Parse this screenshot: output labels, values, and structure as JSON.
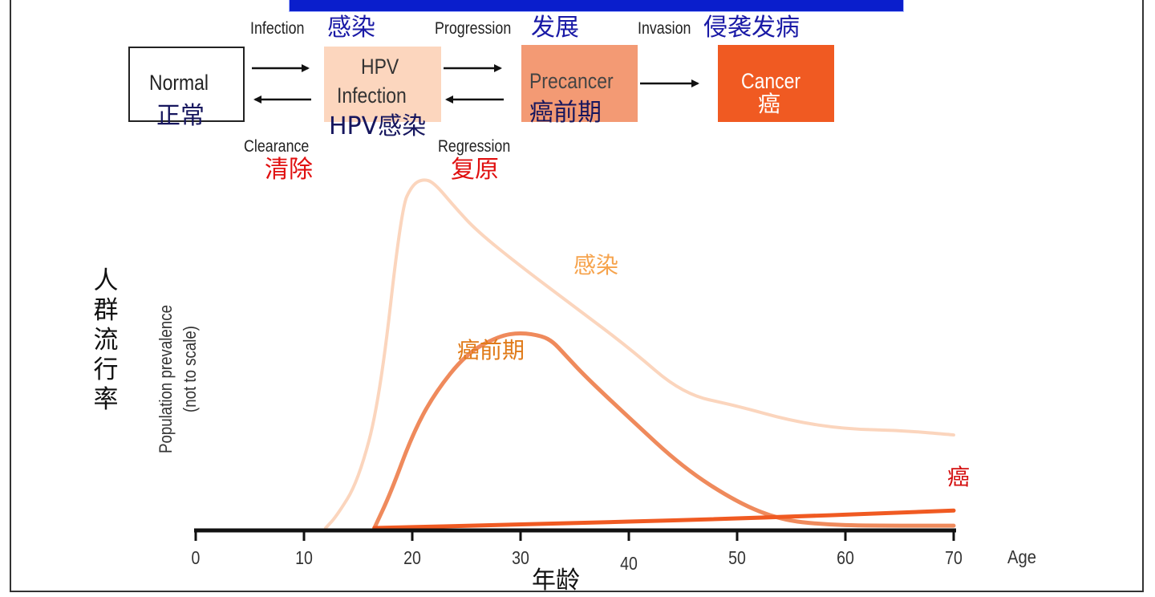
{
  "flow": {
    "infection_en": "Infection",
    "infection_cn": "感染",
    "progression_en": "Progression",
    "progression_cn": "发展",
    "invasion_en": "Invasion",
    "invasion_cn": "侵袭发病",
    "clearance_en": "Clearance",
    "clearance_cn": "清除",
    "regression_en": "Regression",
    "regression_cn": "复原",
    "normal_en": "Normal",
    "normal_cn": "正常",
    "hpv_line1": "HPV",
    "hpv_line2": "Infection",
    "hpv_cn": "HPV感染",
    "precancer_en": "Precancer",
    "precancer_cn": "癌前期",
    "cancer_en": "Cancer",
    "cancer_cn": "癌"
  },
  "chart": {
    "ylabel_cn": [
      "人",
      "群",
      "流",
      "行",
      "率"
    ],
    "ylabel_en_line1": "Population prevalence",
    "ylabel_en_line2": "(not to scale)",
    "xlabel_en": "Age",
    "xlabel_cn": "年龄",
    "series_labels": {
      "infection": "感染",
      "precancer": "癌前期",
      "cancer": "癌"
    }
  },
  "chart_data": {
    "type": "line",
    "xlim": [
      0,
      70
    ],
    "x_ticks": [
      0,
      10,
      20,
      30,
      40,
      50,
      60,
      70
    ],
    "series": [
      {
        "name": "感染",
        "color": "#fbd5bd",
        "x": [
          12,
          13,
          15,
          17,
          19,
          20,
          21,
          22,
          24,
          26,
          30,
          35,
          40,
          45,
          50,
          55,
          60,
          65,
          70
        ],
        "y": [
          0,
          10,
          40,
          110,
          275,
          295,
          300,
          297,
          275,
          255,
          225,
          190,
          155,
          115,
          105,
          92,
          85,
          84,
          80
        ]
      },
      {
        "name": "癌前期",
        "color": "#ef8a5c",
        "x": [
          16.5,
          18,
          20,
          22,
          25,
          28,
          30,
          32,
          33,
          34,
          36,
          40,
          45,
          50,
          54,
          58,
          62,
          70
        ],
        "y": [
          0,
          30,
          80,
          115,
          150,
          165,
          168,
          165,
          160,
          150,
          130,
          95,
          52,
          22,
          7,
          3,
          2,
          2
        ]
      },
      {
        "name": "癌",
        "color": "#f05a22",
        "x": [
          16.5,
          30,
          50,
          70
        ],
        "y": [
          0,
          3,
          8,
          15
        ]
      }
    ]
  },
  "colors": {
    "blue_bar": "#0a1ecc",
    "hpv_box": "#fcd6be",
    "precancer_box": "#f39a74",
    "cancer_box": "#f05a22"
  }
}
